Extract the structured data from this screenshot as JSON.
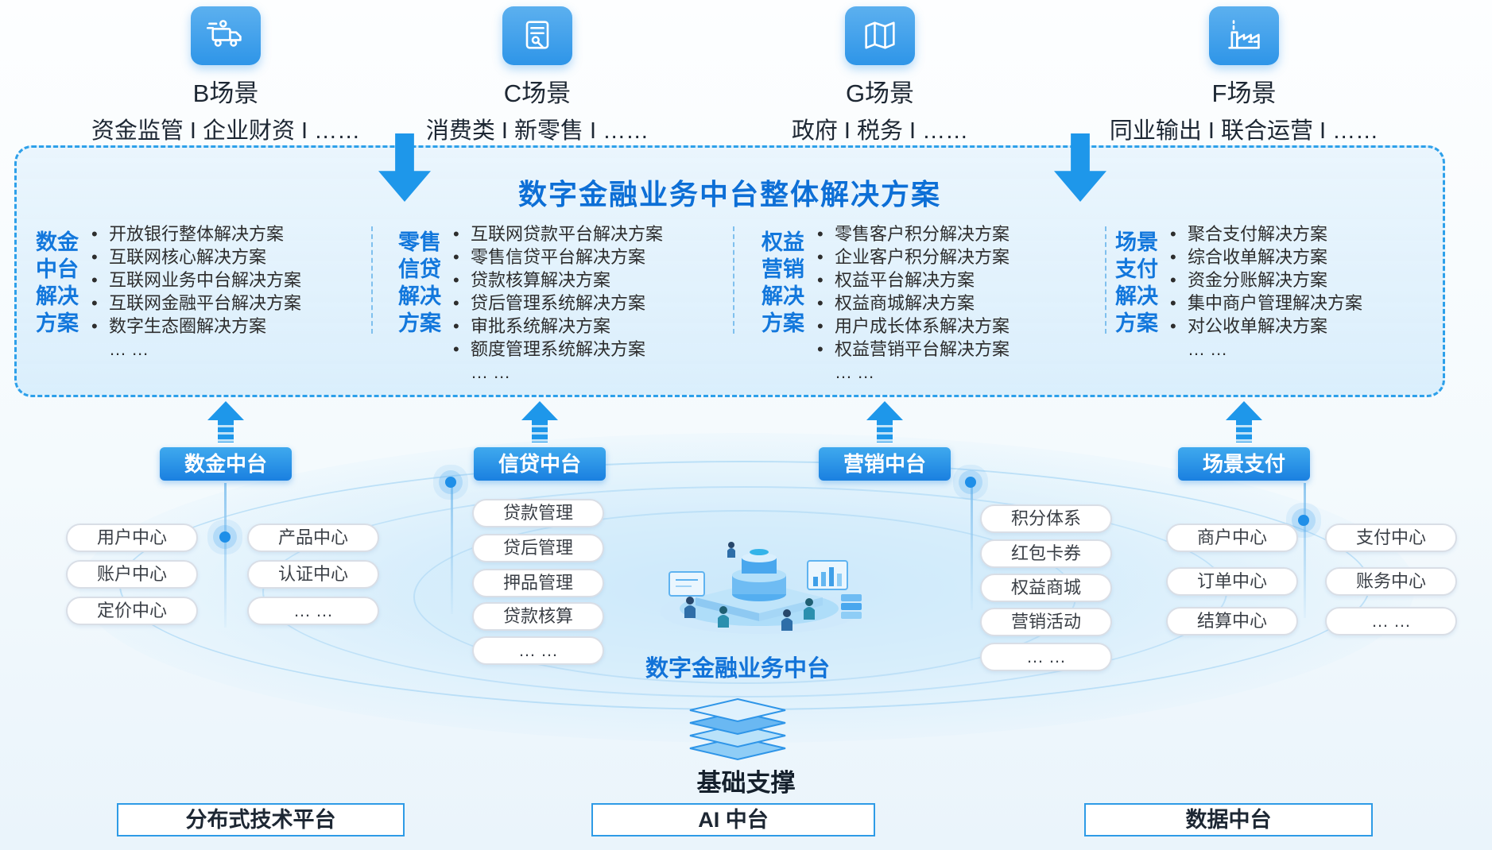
{
  "colors": {
    "accent": "#1E97EA",
    "title_blue": "#0D6FD6",
    "panel_border": "#2DA0EA",
    "button_top": "#3FA9EE",
    "button_bottom": "#1A80E0"
  },
  "scenarios": [
    {
      "name": "B场景",
      "subtitle": "资金监管 I 企业财资 I ……",
      "icon": "truck-icon"
    },
    {
      "name": "C场景",
      "subtitle": "消费类 I 新零售 I ……",
      "icon": "receipt-icon"
    },
    {
      "name": "G场景",
      "subtitle": "政府 I 税务 I ……",
      "icon": "map-icon"
    },
    {
      "name": "F场景",
      "subtitle": "同业输出 I 联合运营 I ……",
      "icon": "factory-icon"
    }
  ],
  "solution_panel": {
    "title": "数字金融业务中台整体解决方案",
    "columns": [
      {
        "label": "数金\n中台\n解决\n方案",
        "items": [
          "开放银行整体解决方案",
          "互联网核心解决方案",
          "互联网业务中台解决方案",
          "互联网金融平台解决方案",
          "数字生态圈解决方案",
          "… …"
        ]
      },
      {
        "label": "零售\n信贷\n解决\n方案",
        "items": [
          "互联网贷款平台解决方案",
          "零售信贷平台解决方案",
          "贷款核算解决方案",
          "贷后管理系统解决方案",
          "审批系统解决方案",
          "额度管理系统解决方案",
          "… …"
        ]
      },
      {
        "label": "权益\n营销\n解决\n方案",
        "items": [
          "零售客户积分解决方案",
          "企业客户积分解决方案",
          "权益平台解决方案",
          "权益商城解决方案",
          "用户成长体系解决方案",
          "权益营销平台解决方案",
          "… …"
        ]
      },
      {
        "label": "场景\n支付\n解决\n方案",
        "items": [
          "聚合支付解决方案",
          "综合收单解决方案",
          "资金分账解决方案",
          "集中商户管理解决方案",
          "对公收单解决方案",
          "… …"
        ]
      }
    ]
  },
  "platforms": [
    {
      "label": "数金中台",
      "pills_left": [
        "用户中心",
        "账户中心",
        "定价中心"
      ],
      "pills_right": [
        "产品中心",
        "认证中心",
        "… …"
      ]
    },
    {
      "label": "信贷中台",
      "pills": [
        "贷款管理",
        "贷后管理",
        "押品管理",
        "贷款核算",
        "… …"
      ]
    },
    {
      "label": "营销中台",
      "pills": [
        "积分体系",
        "红包卡券",
        "权益商城",
        "营销活动",
        "… …"
      ]
    },
    {
      "label": "场景支付",
      "pills_left": [
        "商户中心",
        "订单中心",
        "结算中心"
      ],
      "pills_right": [
        "支付中心",
        "账务中心",
        "… …"
      ]
    }
  ],
  "center_label": "数字金融业务中台",
  "foundation": {
    "label": "基础支撑",
    "boxes": [
      "分布式技术平台",
      "AI 中台",
      "数据中台"
    ]
  }
}
